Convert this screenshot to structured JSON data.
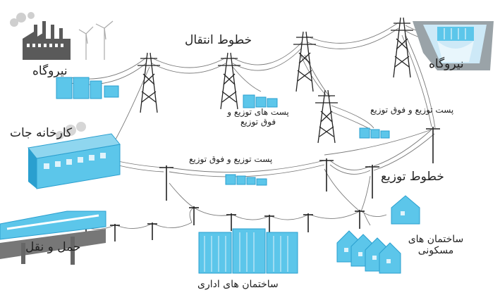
{
  "labels": {
    "power_plant_left": "نیروگاه",
    "power_plant_right": "نیروگاه",
    "transmission_lines": "خطوط انتقال",
    "substation_center": "پست های توزیع و فوق توزیع",
    "substation_right": "پست توزیع و فوق توزیع",
    "factories": "کارخانه جات",
    "substation_mid": "پست توزیع و فوق توزیع",
    "distribution_lines": "خطوط توزیع",
    "transportation": "حمل و نقل",
    "residential": "ساختمان های مسکونی",
    "office_buildings": "ساختمان های اداری"
  },
  "colors": {
    "building_blue": "#5cc6ea",
    "building_dark": "#2a9fcf",
    "tower_dark": "#222222",
    "factory_gray": "#5a5a5a",
    "water": "#cde9f7",
    "rock": "#9aa3a8",
    "wire": "#7a7a7a"
  },
  "icons": [
    "factory-icon",
    "wind-turbine-icon",
    "transmission-tower-icon",
    "dam-icon",
    "transformer-icon",
    "utility-pole-icon",
    "warehouse-icon",
    "monorail-icon",
    "house-icon",
    "office-tower-icon"
  ]
}
